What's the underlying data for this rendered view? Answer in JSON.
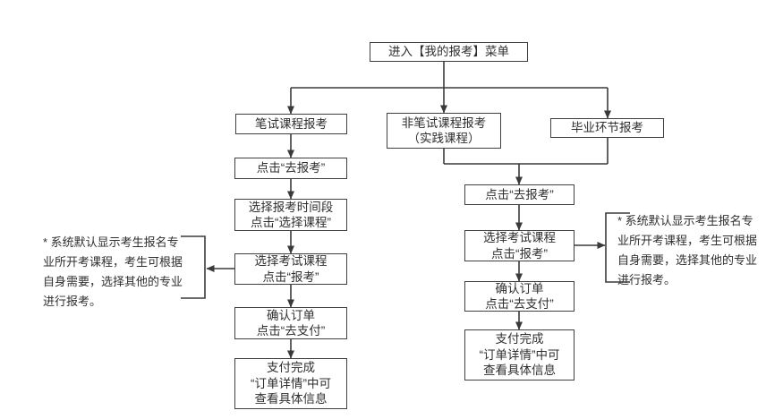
{
  "flowchart": {
    "colors": {
      "line": "#3a3a3a",
      "box_border": "#3f3f3f",
      "text": "#2f2f2f",
      "background": "#ffffff"
    },
    "root": {
      "label": "进入【我的报考】菜单"
    },
    "branches": [
      {
        "label": "笔试课程报考"
      },
      {
        "label": "非笔试课程报考\n（实践课程）"
      },
      {
        "label": "毕业环节报考"
      }
    ],
    "left_flow": [
      {
        "label": "点击“去报考”"
      },
      {
        "label": "选择报考时间段\n点击“选择课程”"
      },
      {
        "label": "选择考试课程\n点击“报考”"
      },
      {
        "label": "确认订单\n点击“去支付”"
      },
      {
        "label": "支付完成\n“订单详情”中可\n查看具体信息"
      }
    ],
    "right_flow": [
      {
        "label": "点击“去报考”"
      },
      {
        "label": "选择考试课程\n点击“报考”"
      },
      {
        "label": "确认订单\n点击“去支付”"
      },
      {
        "label": "支付完成\n“订单详情”中可\n查看具体信息"
      }
    ],
    "notes": {
      "left": "* 系统默认显示考生报名专\n业所开考课程，考生可根据\n自身需要，选择其他的专业\n进行报考。",
      "right": "* 系统默认显示考生报名专\n业所开考课程，考生可根据\n自身需要，选择其他的专业\n进行报考。"
    }
  }
}
